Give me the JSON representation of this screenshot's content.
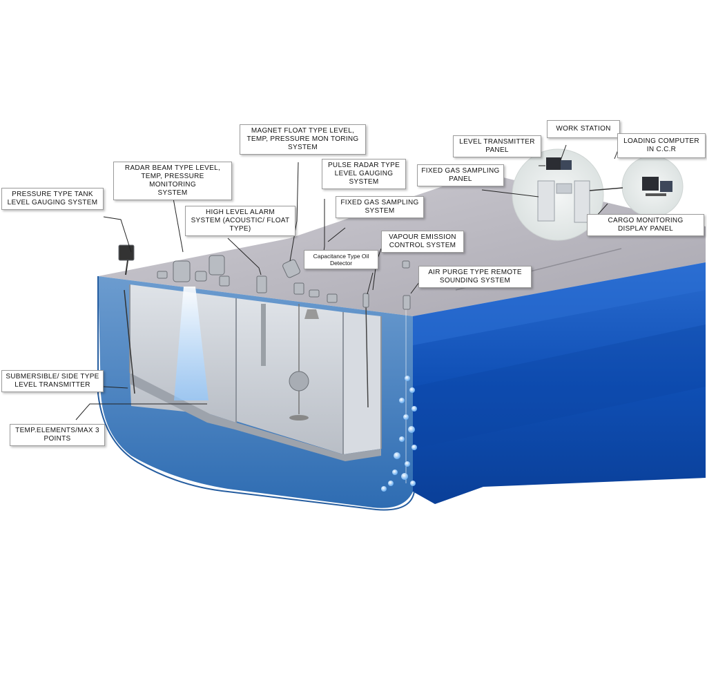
{
  "labels": {
    "pressure_type": [
      "PRESSURE TYPE TANK",
      "LEVEL GAUGING SYSTEM"
    ],
    "radar_beam": [
      "RADAR BEAM TYPE LEVEL,",
      "TEMP, PRESSURE MONITORING",
      "SYSTEM"
    ],
    "magnet_float": [
      "MAGNET FLOAT TYPE LEVEL,",
      "TEMP, PRESSURE MON TORING",
      "SYSTEM"
    ],
    "high_level_alarm": [
      "HIGH LEVEL ALARM",
      "SYSTEM (ACOUSTIC/ FLOAT",
      "TYPE)"
    ],
    "pulse_radar": [
      "PULSE RADAR TYPE",
      "LEVEL GAUGING",
      "SYSTEM"
    ],
    "fixed_gas_sampling_system": [
      "FIXED GAS SAMPLING",
      "SYSTEM"
    ],
    "capacitance": [
      "Capacitance Type Oil",
      "Detector"
    ],
    "vapour_emission": [
      "VAPOUR EMISSION",
      "CONTROL SYSTEM"
    ],
    "air_purge": [
      "AIR PURGE TYPE REMOTE",
      "SOUNDING SYSTEM"
    ],
    "level_transmitter_panel": [
      "LEVEL TRANSMITTER",
      "PANEL"
    ],
    "work_station": [
      "WORK STATION"
    ],
    "loading_computer": [
      "LOADING COMPUTER",
      "IN C.C.R"
    ],
    "fixed_gas_sampling_panel": [
      "FIXED GAS SAMPLING",
      "PANEL"
    ],
    "cargo_monitoring": [
      "CARGO MONITORING",
      "DISPLAY PANEL"
    ],
    "submersible": [
      "SUBMERSIBLE/ SIDE TYPE",
      "LEVEL TRANSMITTER"
    ],
    "temp_elements": [
      "TEMP.ELEMENTS/MAX 3",
      "POINTS"
    ]
  },
  "colors": {
    "hull_blue": "#1f5fbf",
    "hull_dark": "#0d49a8",
    "deck_grey": "#b9b8c0",
    "water": "#3a77b8",
    "tank_wall": "#c9ccd3"
  }
}
